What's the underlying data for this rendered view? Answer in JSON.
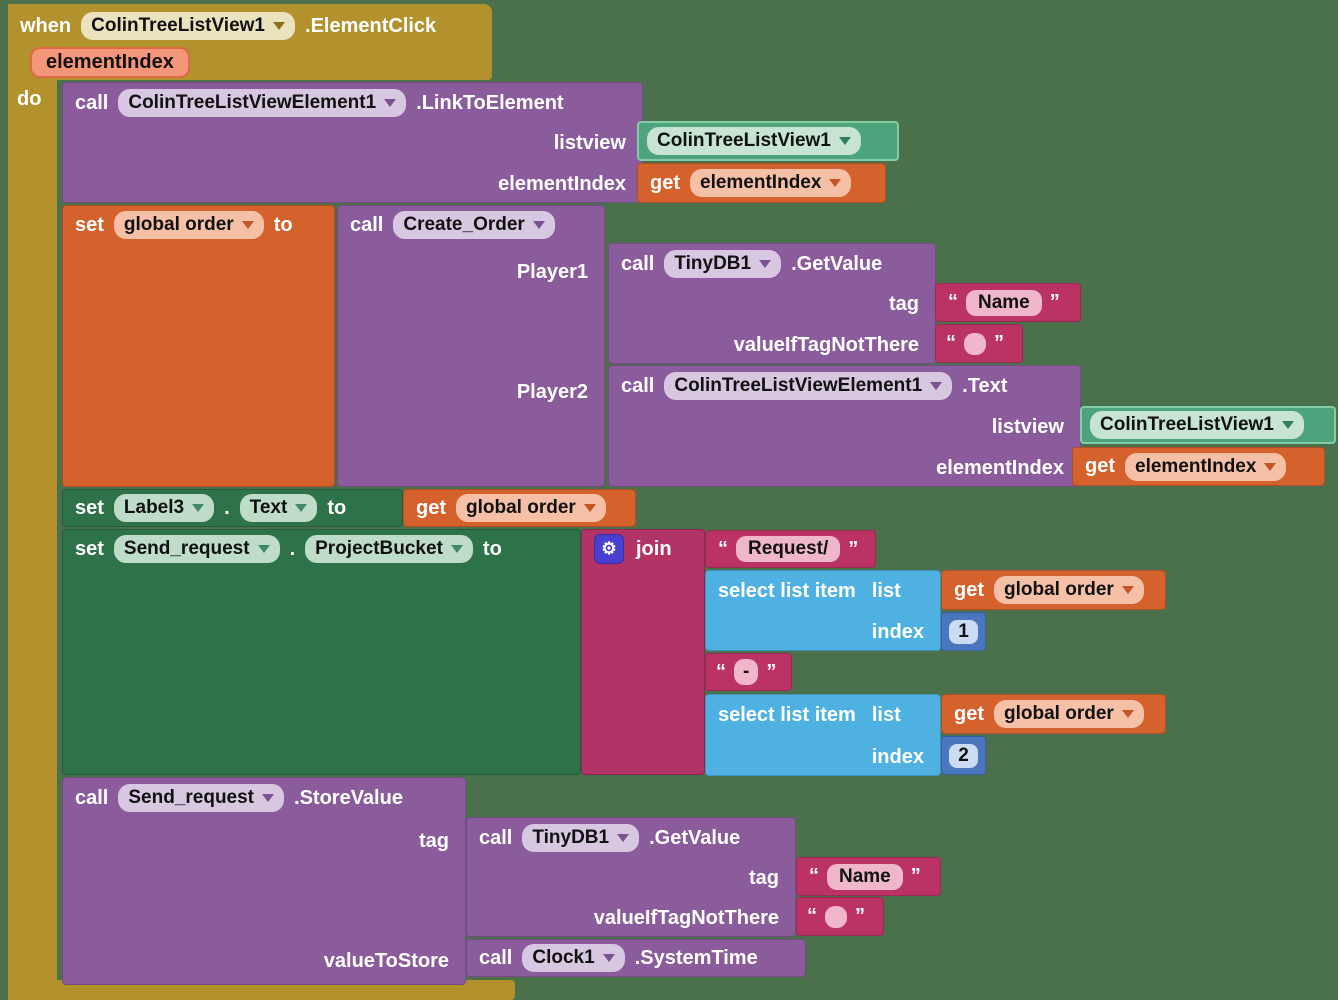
{
  "colors": {
    "background": "#4A714C",
    "event_gold": "#B3922E",
    "procedure_purple": "#8A5C9C",
    "variable_orange": "#D5612C",
    "component_setter_green": "#2E724A",
    "component_teal": "#4DA47C",
    "text_pink": "#BB3365",
    "list_blue": "#4FB1E1",
    "math_blue": "#4A76C0",
    "join_magenta": "#B23366",
    "mutator_gear_blue": "#4B3FD0"
  },
  "icons": {
    "gear": "⚙",
    "quote_open": "“",
    "quote_close": "”"
  },
  "event": {
    "when": "when",
    "component": "ColinTreeListView1",
    "method": ".ElementClick",
    "param": "elementIndex",
    "do_label": "do"
  },
  "link_call": {
    "call": "call",
    "component": "ColinTreeListViewElement1",
    "method": ".LinkToElement",
    "arg1": "listview",
    "arg2": "elementIndex"
  },
  "listview1": {
    "component": "ColinTreeListView1"
  },
  "get_element1": {
    "get": "get",
    "var": "elementIndex"
  },
  "set_order": {
    "set": "set",
    "var": "global order",
    "to": "to"
  },
  "create_order": {
    "call": "call",
    "proc": "Create_Order",
    "arg1": "Player1",
    "arg2": "Player2"
  },
  "tinydb1": {
    "call": "call",
    "component": "TinyDB1",
    "method": ".GetValue",
    "arg1": "tag",
    "arg2": "valueIfTagNotThere"
  },
  "name1": {
    "value": "Name"
  },
  "empty1": {
    "value": ""
  },
  "text_call": {
    "call": "call",
    "component": "ColinTreeListViewElement1",
    "method": ".Text",
    "arg1": "listview",
    "arg2": "elementIndex"
  },
  "listview2": {
    "component": "ColinTreeListView1"
  },
  "get_element2": {
    "get": "get",
    "var": "elementIndex"
  },
  "set_label3": {
    "set": "set",
    "component": "Label3",
    "dot": ".",
    "prop": "Text",
    "to": "to"
  },
  "get_order1": {
    "get": "get",
    "var": "global order"
  },
  "set_bucket": {
    "set": "set",
    "component": "Send_request",
    "dot": ".",
    "prop": "ProjectBucket",
    "to": "to"
  },
  "join_block": {
    "label": "join"
  },
  "request_text": {
    "value": "Request/"
  },
  "select1": {
    "title": "select list item",
    "list": "list",
    "index": "index",
    "value": "1"
  },
  "get_order2": {
    "get": "get",
    "var": "global order"
  },
  "dash_text": {
    "value": "-"
  },
  "select2": {
    "title": "select list item",
    "list": "list",
    "index": "index",
    "value": "2"
  },
  "get_order3": {
    "get": "get",
    "var": "global order"
  },
  "store_call": {
    "call": "call",
    "component": "Send_request",
    "method": ".StoreValue",
    "arg1": "tag",
    "arg2": "valueToStore"
  },
  "tinydb2": {
    "call": "call",
    "component": "TinyDB1",
    "method": ".GetValue",
    "arg1": "tag",
    "arg2": "valueIfTagNotThere"
  },
  "name2": {
    "value": "Name"
  },
  "empty2": {
    "value": ""
  },
  "clock_call": {
    "call": "call",
    "component": "Clock1",
    "method": ".SystemTime"
  }
}
